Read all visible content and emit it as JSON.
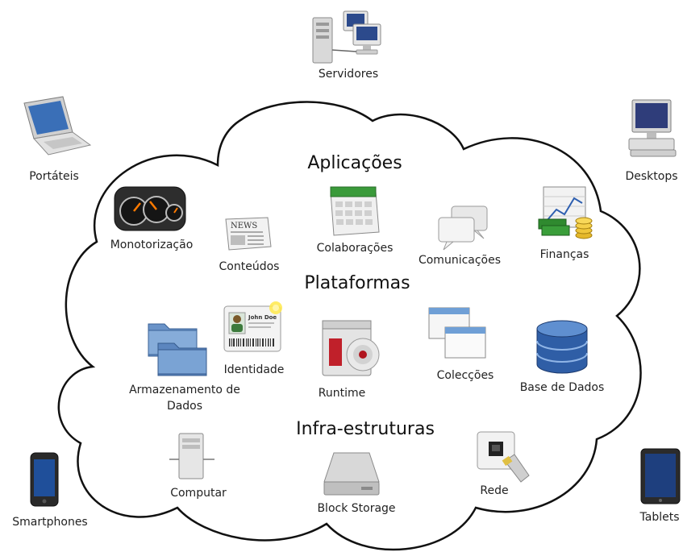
{
  "outside": {
    "servidores": "Servidores",
    "portateis": "Portáteis",
    "desktops": "Desktops",
    "smartphones": "Smartphones",
    "tablets": "Tablets"
  },
  "sections": {
    "aplicacoes": "Aplicações",
    "plataformas": "Plataformas",
    "infra": "Infra-estruturas"
  },
  "applications": {
    "monotorizacao": "Monotorização",
    "conteudos": "Conteúdos",
    "colaboracoes": "Colaborações",
    "comunicacoes": "Comunicações",
    "financas": "Finanças"
  },
  "platforms": {
    "identidade": "Identidade",
    "armazenamento": "Armazenamento de Dados",
    "runtime": "Runtime",
    "coleccoes": "Colecções",
    "base_dados": "Base de Dados"
  },
  "infrastructure": {
    "computar": "Computar",
    "block_storage": "Block Storage",
    "rede": "Rede"
  },
  "icon_text": {
    "news": "NEWS",
    "id_name": "John Doe"
  }
}
